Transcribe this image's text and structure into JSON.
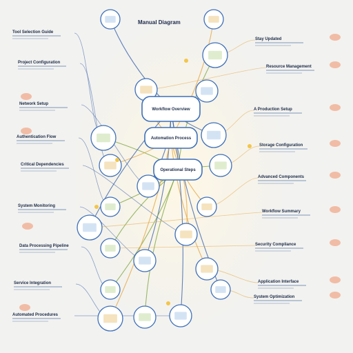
{
  "diagram": {
    "heading": "Manual Diagram",
    "center_labels": [
      "Workflow Overview",
      "Automation Process",
      "Operational Steps"
    ],
    "left_labels": [
      "Tool Selection Guide",
      "Project Configuration",
      "Network Setup",
      "Authentication Flow",
      "Critical Dependencies",
      "System Monitoring",
      "Data Processing Pipeline",
      "Service Integration",
      "Automated Procedures"
    ],
    "right_labels": [
      "Stay Updated",
      "Resource Management",
      "A Production Setup",
      "Storage Configuration",
      "Advanced Components",
      "Workflow Summary",
      "Security Compliance",
      "Application Interface",
      "System Optimization"
    ]
  },
  "colors": {
    "line_blue": "#2d5aa8",
    "line_orange": "#e3a23a",
    "line_green": "#78a33a",
    "node_fill": "#ffffff",
    "node_stroke": "#3d6fb8",
    "accent_peach": "#f1b398"
  }
}
